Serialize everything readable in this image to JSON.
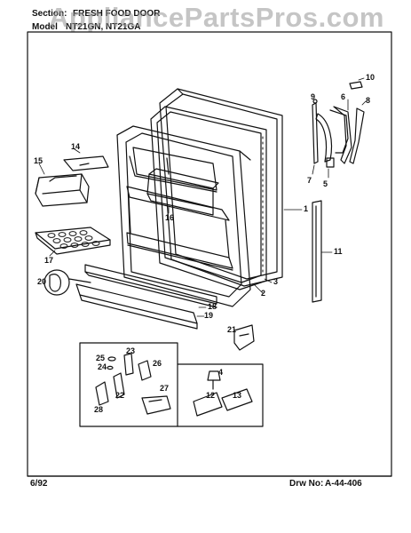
{
  "header": {
    "section_label": "Section:",
    "section_value": "FRESH FOOD DOOR",
    "model_label": "Model",
    "model_value": "NT21GN,  NT21GA"
  },
  "watermark": "AppliancePartsPros.com",
  "footer": {
    "date": "6/92",
    "drawing_label": "Drw No:",
    "drawing_value": "A-44-406"
  },
  "callouts": [
    "1",
    "2",
    "3",
    "4",
    "5",
    "6",
    "7",
    "8",
    "9",
    "10",
    "11",
    "12",
    "13",
    "14",
    "15",
    "16",
    "17",
    "18",
    "19",
    "20",
    "21",
    "22",
    "23",
    "24",
    "25",
    "26",
    "27",
    "28"
  ],
  "colors": {
    "ink": "#111111",
    "watermark": "#9a9a9a",
    "paper": "#ffffff"
  }
}
